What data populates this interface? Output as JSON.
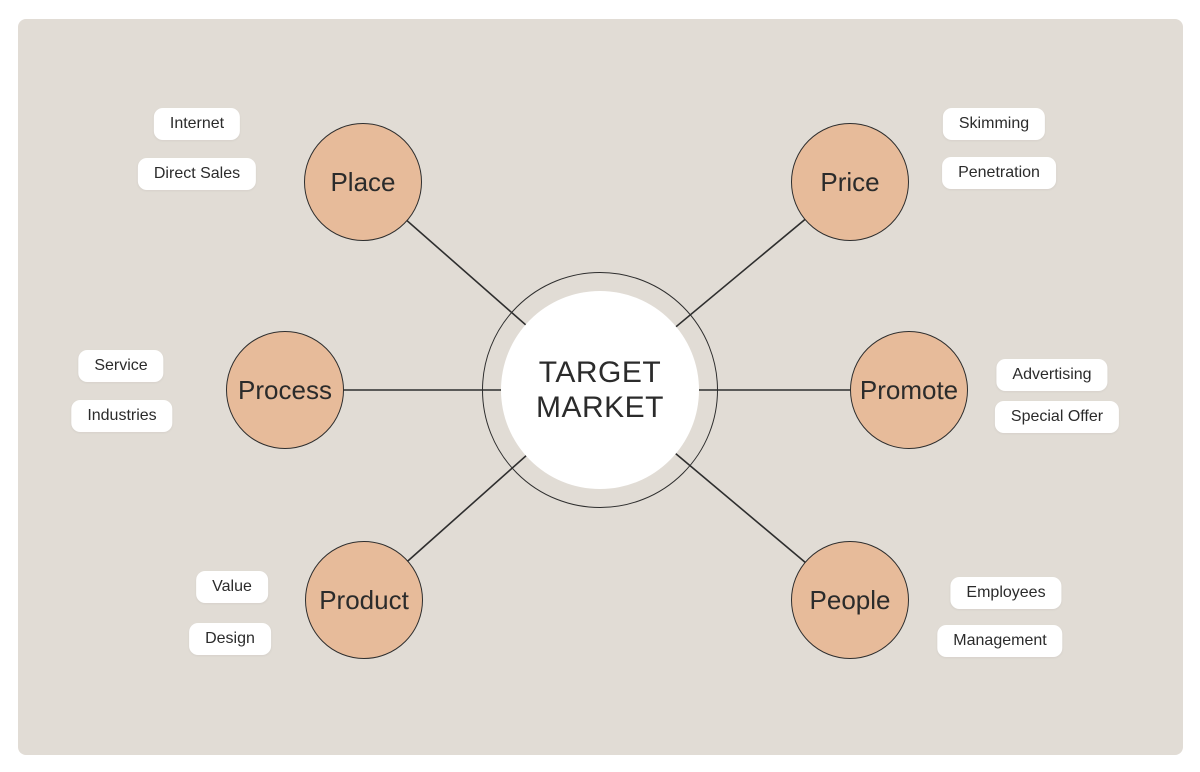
{
  "center": {
    "line1": "TARGET",
    "line2": "MARKET"
  },
  "nodes": [
    {
      "label": "Place",
      "tags": [
        "Internet",
        "Direct Sales"
      ]
    },
    {
      "label": "Price",
      "tags": [
        "Skimming",
        "Penetration"
      ]
    },
    {
      "label": "Process",
      "tags": [
        "Service",
        "Industries"
      ]
    },
    {
      "label": "Promote",
      "tags": [
        "Advertising",
        "Special Offer"
      ]
    },
    {
      "label": "Product",
      "tags": [
        "Value",
        "Design"
      ]
    },
    {
      "label": "People",
      "tags": [
        "Employees",
        "Management"
      ]
    }
  ],
  "colors": {
    "panel-bg": "#e1dcd5",
    "node-fill": "#e7bb9a",
    "stroke": "#2e2e2e",
    "text": "#2b2b2b",
    "tag-bg": "#ffffff",
    "page-bg": "#ffffff"
  }
}
